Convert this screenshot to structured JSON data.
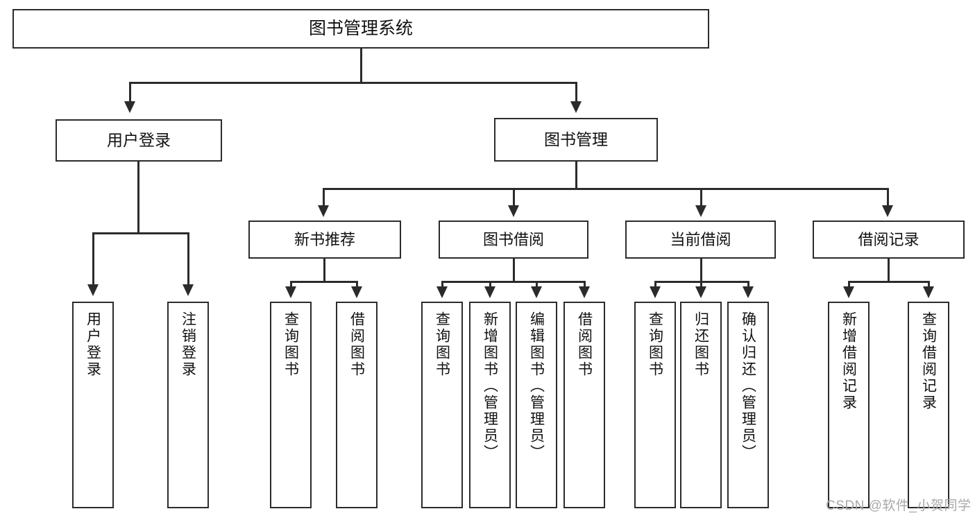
{
  "diagram": {
    "title": "图书管理系统",
    "watermark": "CSDN @软件_小贺同学",
    "colors": {
      "stroke": "#2b2b2b",
      "fill": "#ffffff",
      "text": "#111111",
      "watermark": "#a8a8a8"
    },
    "root": {
      "label": "图书管理系统"
    },
    "level1": [
      {
        "label": "用户登录"
      },
      {
        "label": "图书管理"
      }
    ],
    "level2": [
      {
        "label": "新书推荐"
      },
      {
        "label": "图书借阅"
      },
      {
        "label": "当前借阅"
      },
      {
        "label": "借阅记录"
      }
    ],
    "leaves": {
      "user_login": [
        {
          "label": "用户登录"
        },
        {
          "label": "注销登录"
        }
      ],
      "new_book_recommend": [
        {
          "label": "查询图书"
        },
        {
          "label": "借阅图书"
        }
      ],
      "book_borrow": [
        {
          "label": "查询图书"
        },
        {
          "label": "新增图书（管理员）"
        },
        {
          "label": "编辑图书（管理员）"
        },
        {
          "label": "借阅图书"
        }
      ],
      "current_borrow": [
        {
          "label": "查询图书"
        },
        {
          "label": "归还图书"
        },
        {
          "label": "确认归还（管理员）"
        }
      ],
      "borrow_record": [
        {
          "label": "新增借阅记录"
        },
        {
          "label": "查询借阅记录"
        }
      ]
    }
  }
}
